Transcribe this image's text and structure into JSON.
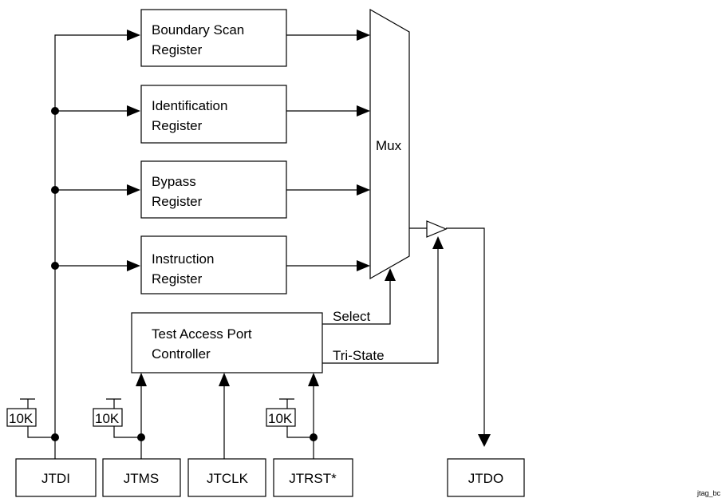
{
  "registers": {
    "boundary_scan": [
      "Boundary Scan",
      "Register"
    ],
    "identification": [
      "Identification",
      "Register"
    ],
    "bypass": [
      "Bypass",
      "Register"
    ],
    "instruction": [
      "Instruction",
      "Register"
    ]
  },
  "mux_label": "Mux",
  "tap_controller": [
    "Test Access Port",
    "Controller"
  ],
  "signals": {
    "select": "Select",
    "tri_state": "Tri-State"
  },
  "resistor_value": "10K",
  "pins": {
    "jtdi": "JTDI",
    "jtms": "JTMS",
    "jtclk": "JTCLK",
    "jtrst": "JTRST*",
    "jtdo": "JTDO"
  },
  "figure_tag": "jtag_bc"
}
